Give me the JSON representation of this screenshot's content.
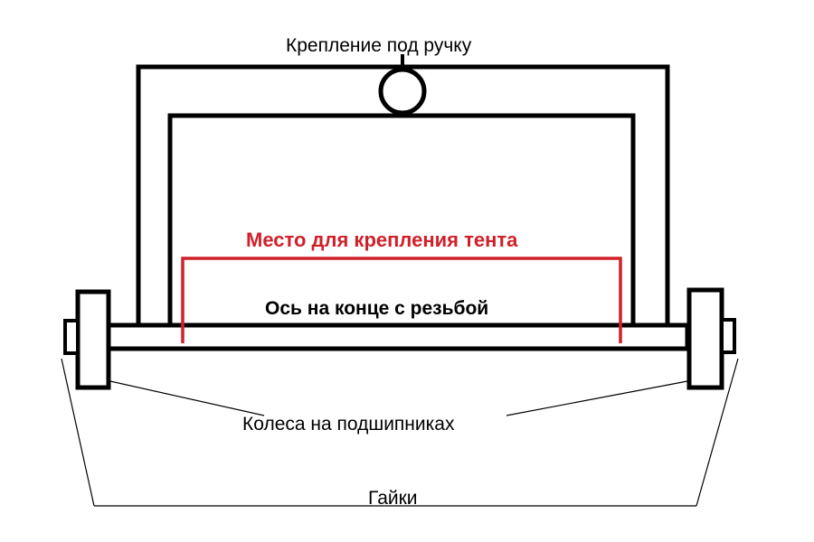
{
  "labels": {
    "handle_mount": "Крепление под ручку",
    "tent_mount": "Место для крепления тента",
    "axle": "Ось на конце с резьбой",
    "wheels": "Колеса на подшипниках",
    "nuts": "Гайки"
  },
  "colors": {
    "stroke": "#000000",
    "accent": "#d0202a",
    "background": "#ffffff"
  }
}
